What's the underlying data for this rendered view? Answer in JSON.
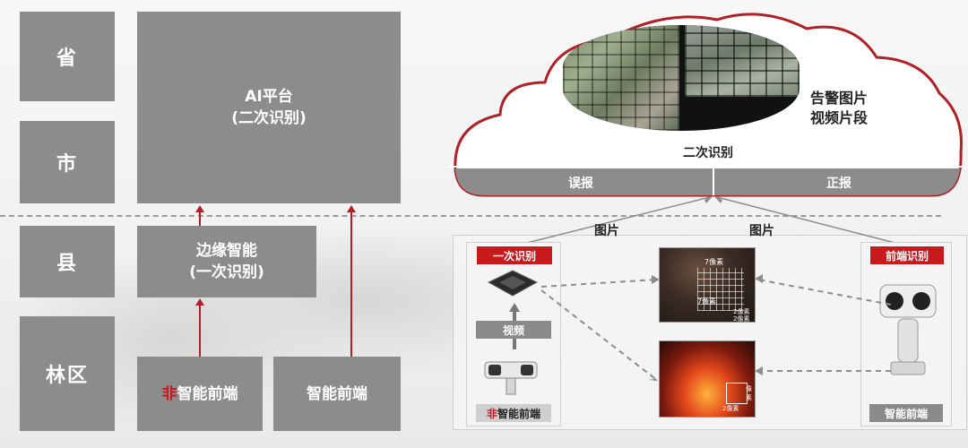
{
  "levels": {
    "province": "省",
    "city": "市",
    "county": "县",
    "forest": "林区"
  },
  "ai_platform": {
    "line1": "AI平台",
    "line2": "(二次识别)"
  },
  "edge": {
    "line1": "边缘智能",
    "line2": "(一次识别)"
  },
  "non_smart": {
    "prefix": "非",
    "rest": "智能前端"
  },
  "smart_front": "智能前端",
  "cloud": {
    "alarm_line1": "告警图片",
    "alarm_line2": "视频片段",
    "secondary": "二次识别",
    "false_alarm": "误报",
    "true_alarm": "正报"
  },
  "arrow_labels": {
    "left": "图片",
    "right": "图片"
  },
  "right_panel": {
    "first_recog": "一次识别",
    "video": "视频",
    "non_prefix": "非",
    "non_rest": "智能前端",
    "front_recog": "前端识别",
    "smart_front": "智能前端"
  },
  "fire_labels": {
    "top_a": "7像素",
    "top_b": "7像素",
    "top_c": "2像素",
    "top_d": "2像素",
    "bottom_a": "像素",
    "bottom_b": "2像素"
  },
  "colors": {
    "accent": "#c8191d",
    "box_gray": "#8c8c8c",
    "line_red": "#b21f24"
  }
}
